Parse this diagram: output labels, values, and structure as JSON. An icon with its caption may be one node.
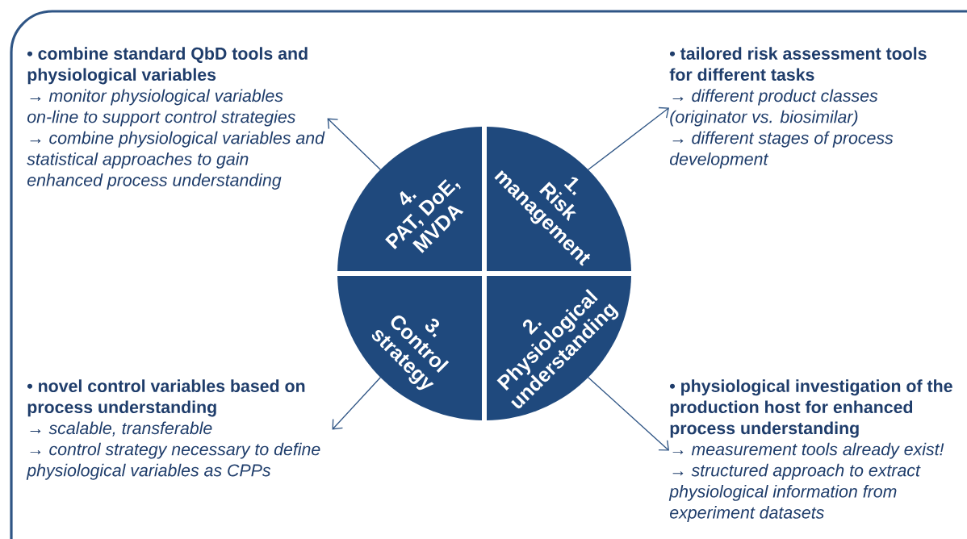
{
  "diagram": {
    "nodes": [
      {
        "text": [
          "• combine standard QbD tools and physiological variables",
          "→ monitor physiological variables on-line to support control strategies",
          "→ combine physiological variables and statistical approaches to gain enhanced process understanding"
        ]
      },
      {
        "text": [
          "• tailored risk assessment tools for different tasks",
          "→ different product classes (originator vs. biosimilar)",
          "→ different stages of process development"
        ]
      },
      {
        "text": [
          "4.",
          "PAT, DoE, MVDA"
        ]
      },
      {
        "text": [
          "1.",
          "Risk management"
        ]
      },
      {
        "text": [
          "3.",
          "Control strategy"
        ]
      },
      {
        "text": [
          "2.",
          "Physiological understanding"
        ]
      },
      {
        "text": [
          "• novel control variables based on process understanding",
          "→ scalable, transferable",
          "→ control strategy necessary to define physiological variables as CPPs"
        ]
      },
      {
        "text": [
          "• physiological investigation of the production host for enhanced process understanding",
          "→ measurement tools already exist!",
          "→ structured approach to extract physiological information from experiment datasets"
        ]
      }
    ],
    "edges": [
      {
        "from": 2,
        "to": 0,
        "arrow": "to"
      },
      {
        "from": 3,
        "to": 1,
        "arrow": "to"
      },
      {
        "from": 4,
        "to": 6,
        "arrow": "to"
      },
      {
        "from": 5,
        "to": 7,
        "arrow": "to"
      }
    ]
  }
}
